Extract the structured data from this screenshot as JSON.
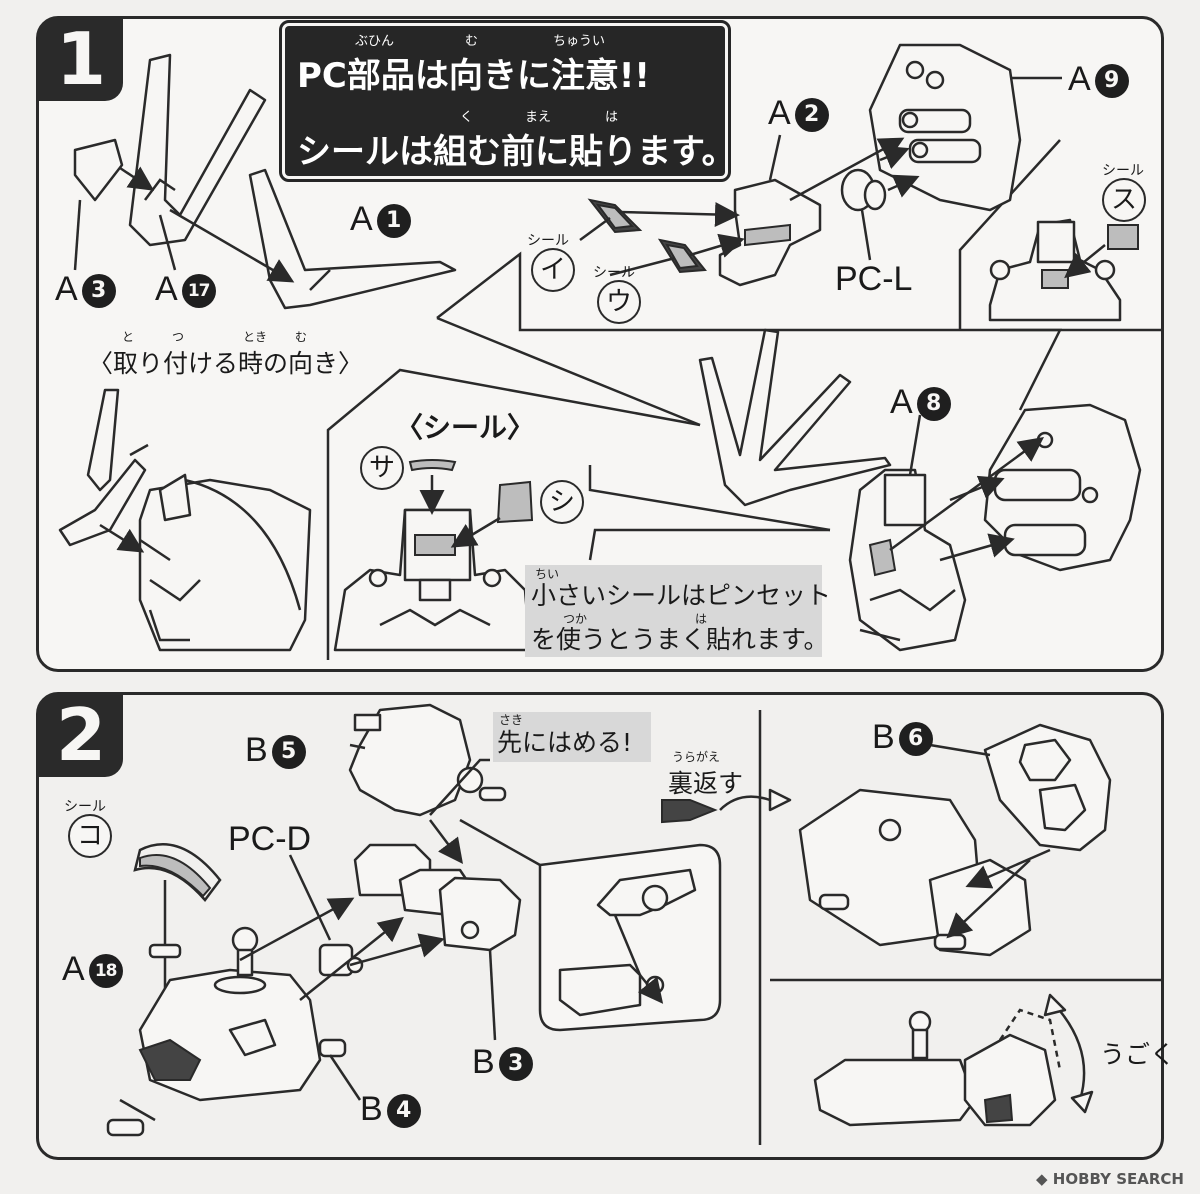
{
  "step1": {
    "number": "1",
    "banner": {
      "line1": "PC部品は向きに注意!!",
      "line2": "シールは組む前に貼ります。",
      "ruby1a": "ぶひん",
      "ruby1b": "む",
      "ruby1c": "ちゅうい",
      "ruby2a": "く",
      "ruby2b": "まえ",
      "ruby2c": "は"
    },
    "parts": {
      "a1": {
        "letter": "A",
        "num": "1"
      },
      "a2": {
        "letter": "A",
        "num": "2"
      },
      "a3": {
        "letter": "A",
        "num": "3"
      },
      "a8": {
        "letter": "A",
        "num": "8"
      },
      "a9": {
        "letter": "A",
        "num": "9"
      },
      "a17": {
        "letter": "A",
        "num": "17"
      },
      "pcl": "PC-L"
    },
    "seal_word": "シール",
    "seals": {
      "i": "イ",
      "u": "ウ",
      "su": "ス",
      "sa": "サ",
      "shi": "シ"
    },
    "orientation": {
      "text": "〈取り付ける時の向き〉",
      "ruby_a": "と",
      "ruby_b": "つ",
      "ruby_c": "とき",
      "ruby_d": "む"
    },
    "seal_heading": "〈シール〉",
    "tip": {
      "line1": "小さいシールはピンセット",
      "line2": "を使うとうまく貼れます。",
      "ruby_a": "ちい",
      "ruby_b": "つか",
      "ruby_c": "は"
    }
  },
  "step2": {
    "number": "2",
    "parts": {
      "b5": {
        "letter": "B",
        "num": "5"
      },
      "b6": {
        "letter": "B",
        "num": "6"
      },
      "b3": {
        "letter": "B",
        "num": "3"
      },
      "b4": {
        "letter": "B",
        "num": "4"
      },
      "a18": {
        "letter": "A",
        "num": "18"
      },
      "pcd": "PC-D"
    },
    "seal_word": "シール",
    "seal_ko": "コ",
    "first_insert": {
      "text": "先にはめる!",
      "ruby": "さき"
    },
    "flip": {
      "text": "裏返す",
      "ruby": "うらがえ"
    },
    "moves": "うごく"
  },
  "watermark": "HOBBY SEARCH"
}
